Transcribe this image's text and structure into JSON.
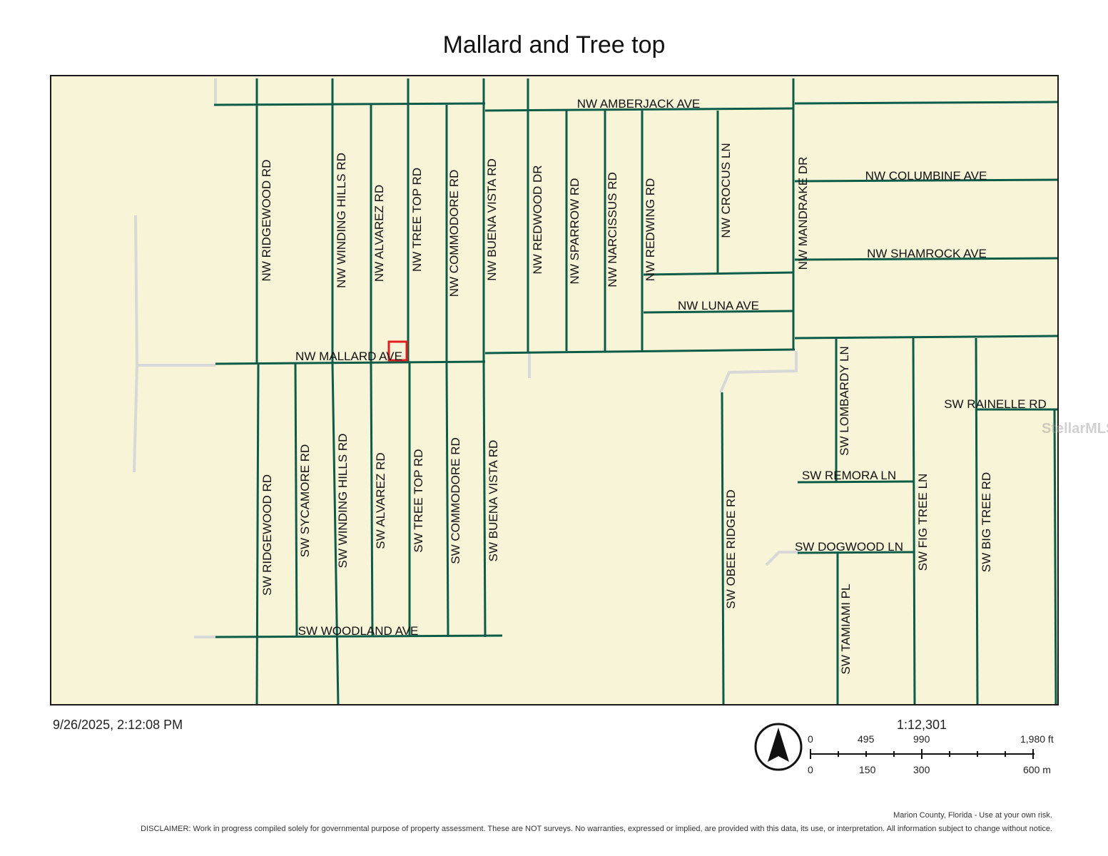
{
  "title": "Mallard and Tree top",
  "timestamp": "9/26/2025, 2:12:08 PM",
  "watermark": "StellarMLS",
  "map": {
    "road_color": "#0d5c4a",
    "land_color": "#f7f4d7",
    "unpaved_color": "#d8d8d8",
    "marker_color": "#e02020",
    "labels": {
      "nw_amberjack": "NW AMBERJACK AVE",
      "nw_columbine": "NW COLUMBINE AVE",
      "nw_shamrock": "NW SHAMROCK AVE",
      "nw_luna": "NW LUNA AVE",
      "nw_mallard": "NW MALLARD AVE",
      "sw_woodland": "SW WOODLAND AVE",
      "sw_rainelle": "SW RAINELLE RD",
      "sw_remora": "SW REMORA LN",
      "sw_dogwood": "SW DOGWOOD LN",
      "nw_ridgewood": "NW RIDGEWOOD RD",
      "nw_winding_hills": "NW WINDING HILLS RD",
      "nw_alvarez": "NW ALVAREZ RD",
      "nw_tree_top": "NW TREE TOP RD",
      "nw_commodore": "NW COMMODORE RD",
      "nw_buena_vista": "NW BUENA VISTA RD",
      "nw_redwood": "NW REDWOOD DR",
      "nw_sparrow": "NW SPARROW RD",
      "nw_narcissus": "NW NARCISSUS RD",
      "nw_redwing": "NW REDWING RD",
      "nw_crocus": "NW CROCUS LN",
      "nw_mandrake": "NW MANDRAKE DR",
      "sw_ridgewood": "SW RIDGEWOOD RD",
      "sw_sycamore": "SW SYCAMORE RD",
      "sw_winding_hills": "SW WINDING HILLS RD",
      "sw_alvarez": "SW ALVAREZ RD",
      "sw_tree_top": "SW TREE TOP RD",
      "sw_commodore": "SW COMMODORE RD",
      "sw_buena_vista": "SW BUENA VISTA RD",
      "sw_obee_ridge": "SW OBEE RIDGE RD",
      "sw_lombardy": "SW LOMBARDY LN",
      "sw_tamiami": "SW TAMIAMI PL",
      "sw_fig_tree": "SW FIG TREE LN",
      "sw_big_tree": "SW BIG TREE RD"
    }
  },
  "scale": {
    "ratio": "1:12,301",
    "feet_ticks": [
      "0",
      "495",
      "990",
      "1,980 ft"
    ],
    "meter_ticks": [
      "0",
      "150",
      "300",
      "600 m"
    ]
  },
  "compass": "north-arrow-icon",
  "footer": {
    "line1": "Marion County, Florida - Use at your own risk.",
    "line2": "DISCLAIMER: Work in progress compiled solely for governmental purpose of property assessment. These are NOT surveys. No warranties, expressed or implied, are provided with this data, its use, or interpretation. All information subject to change without notice."
  }
}
